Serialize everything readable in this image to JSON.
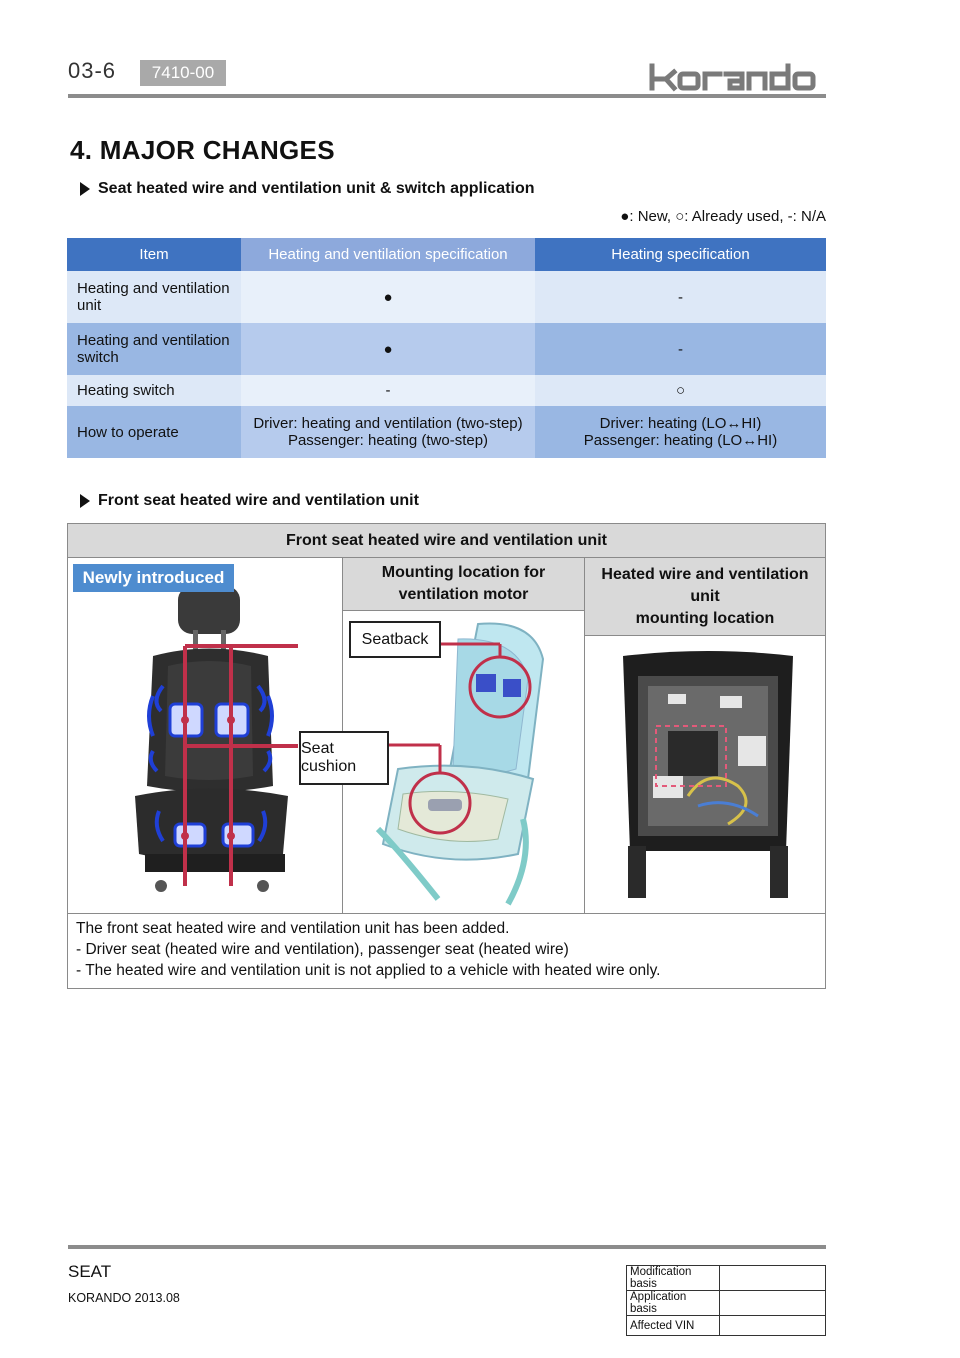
{
  "header": {
    "page_number": "03-6",
    "code": "7410-00",
    "brand": "korando"
  },
  "section": {
    "title": "4. MAJOR CHANGES",
    "subtitle1": "Seat heated wire and ventilation unit & switch application",
    "legend": "●: New, ○: Already used, -: N/A",
    "subtitle2": "Front seat heated wire and ventilation unit"
  },
  "spec_table": {
    "headers": [
      "Item",
      "Heating and ventilation specification",
      "Heating specification"
    ],
    "rows": [
      {
        "item": "Heating and ventilation unit",
        "hv": "●",
        "h": "-"
      },
      {
        "item": "Heating and ventilation switch",
        "hv": "●",
        "h": "-"
      },
      {
        "item": "Heating switch",
        "hv": "-",
        "h": "○"
      },
      {
        "item": "How to operate",
        "hv_line1": "Driver: heating and ventilation (two-step)",
        "hv_line2": "Passenger: heating (two-step)",
        "h_line1": "Driver: heating (LO↔HI)",
        "h_line2": "Passenger: heating (LO↔HI)"
      }
    ]
  },
  "seat_table": {
    "title": "Front seat heated wire and ventilation unit",
    "badge": "Newly introduced",
    "col2_header": "Mounting location for ventilation motor",
    "col3_header_line1": "Heated wire and ventilation unit",
    "col3_header_line2": "mounting location",
    "callout_seatback": "Seatback",
    "callout_cushion": "Seat cushion",
    "note_lines": [
      "The front seat heated wire and ventilation unit has been added.",
      "- Driver seat (heated wire and ventilation), passenger seat (heated wire)",
      "- The heated wire and ventilation unit is not applied to a vehicle with heated wire only."
    ]
  },
  "footer": {
    "section": "SEAT",
    "model": "KORANDO 2013.08",
    "modification_label": "Modification basis",
    "application_label": "Application basis",
    "vin_label": "Affected VIN"
  },
  "colors": {
    "header_blue": "#3f73c1",
    "header_light_blue": "#8da9dc",
    "row_light": "#dde8f7",
    "row_dark": "#99b7e3",
    "badge_blue": "#4e8ccf",
    "callout_red": "#c0304a"
  }
}
